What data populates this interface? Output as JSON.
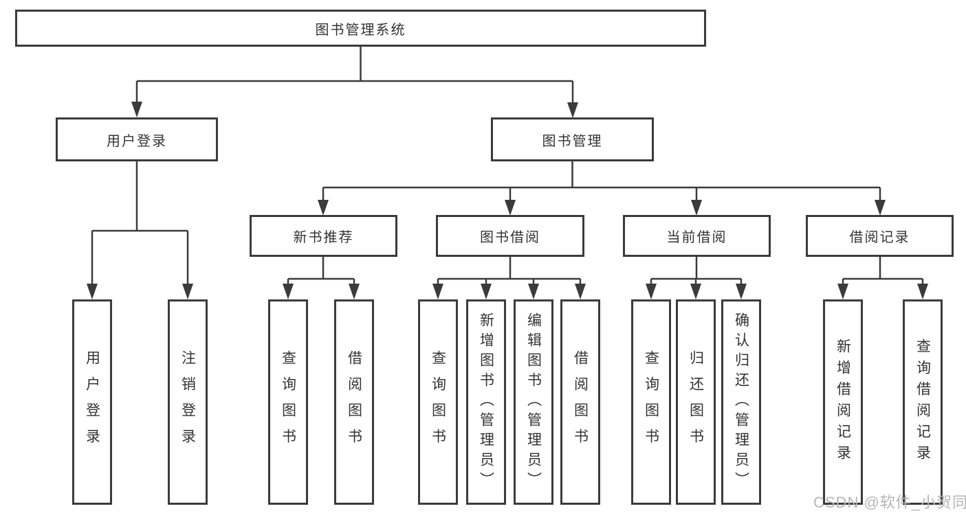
{
  "diagram": {
    "title": "图书管理系统",
    "root": "图书管理系统",
    "level2": [
      "用户登录",
      "图书管理"
    ],
    "level3": [
      "新书推荐",
      "图书借阅",
      "当前借阅",
      "借阅记录"
    ],
    "leaves": {
      "user_login": [
        "用户登录",
        "注销登录"
      ],
      "new_book_recommend": [
        "查询图书",
        "借阅图书"
      ],
      "book_borrow": [
        "查询图书",
        "新增图书（管理员）",
        "编辑图书（管理员）",
        "借阅图书"
      ],
      "current_borrow": [
        "查询图书",
        "归还图书",
        "确认归还（管理员）"
      ],
      "borrow_records": [
        "新增借阅记录",
        "查询借阅记录"
      ]
    }
  },
  "watermark": "CSDN @软件_小贺同学",
  "colors": {
    "background": "#ffffff",
    "box_fill": "#ffffff",
    "box_border": "#3b3b3b",
    "line": "#3b3b3b",
    "text": "#333333",
    "watermark": "#b5b5b5"
  }
}
